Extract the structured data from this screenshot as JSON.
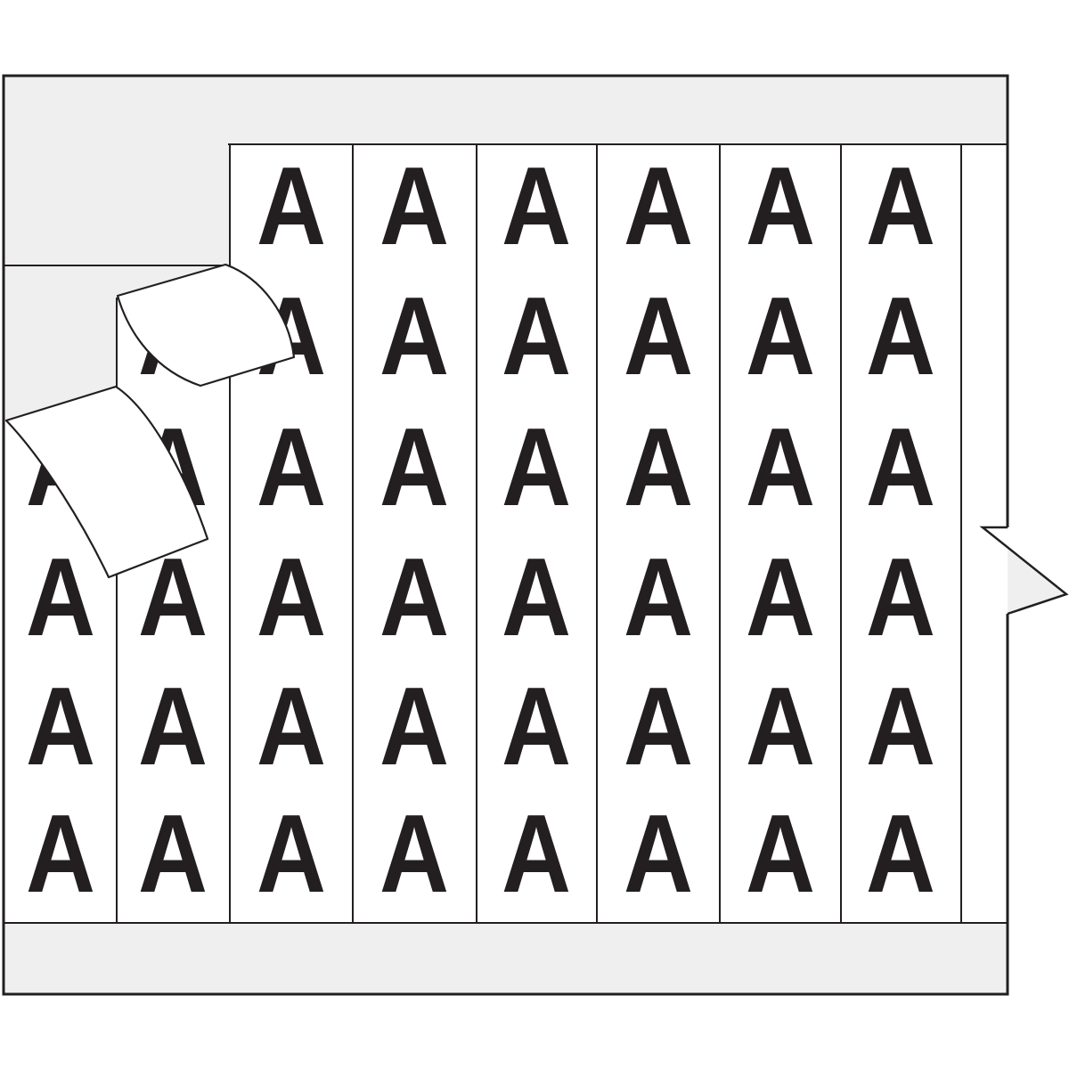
{
  "page": {
    "background": "#ffffff"
  },
  "colors": {
    "card_gray": "#efefef",
    "label_white": "#ffffff",
    "line_ink": "#231f20"
  },
  "card": {
    "description": "Wire marker card with vertical label strips, letter A legend",
    "marker_letter": "A",
    "full_strips": 8,
    "rows_per_full_strip": 6,
    "partial_strip_right": 1,
    "peeling_blank_labels": 2,
    "grid": {
      "letter": "A",
      "columns": [
        {
          "id": 1,
          "rows": [
            3,
            4,
            5,
            6
          ]
        },
        {
          "id": 2,
          "rows": [
            2,
            3,
            4,
            5,
            6
          ]
        },
        {
          "id": 3,
          "rows": [
            1,
            2,
            3,
            4,
            5,
            6
          ]
        },
        {
          "id": 4,
          "rows": [
            1,
            2,
            3,
            4,
            5,
            6
          ]
        },
        {
          "id": 5,
          "rows": [
            1,
            2,
            3,
            4,
            5,
            6
          ]
        },
        {
          "id": 6,
          "rows": [
            1,
            2,
            3,
            4,
            5,
            6
          ]
        },
        {
          "id": 7,
          "rows": [
            1,
            2,
            3,
            4,
            5,
            6
          ]
        },
        {
          "id": 8,
          "rows": [
            1,
            2,
            3,
            4,
            5,
            6
          ]
        }
      ]
    }
  }
}
